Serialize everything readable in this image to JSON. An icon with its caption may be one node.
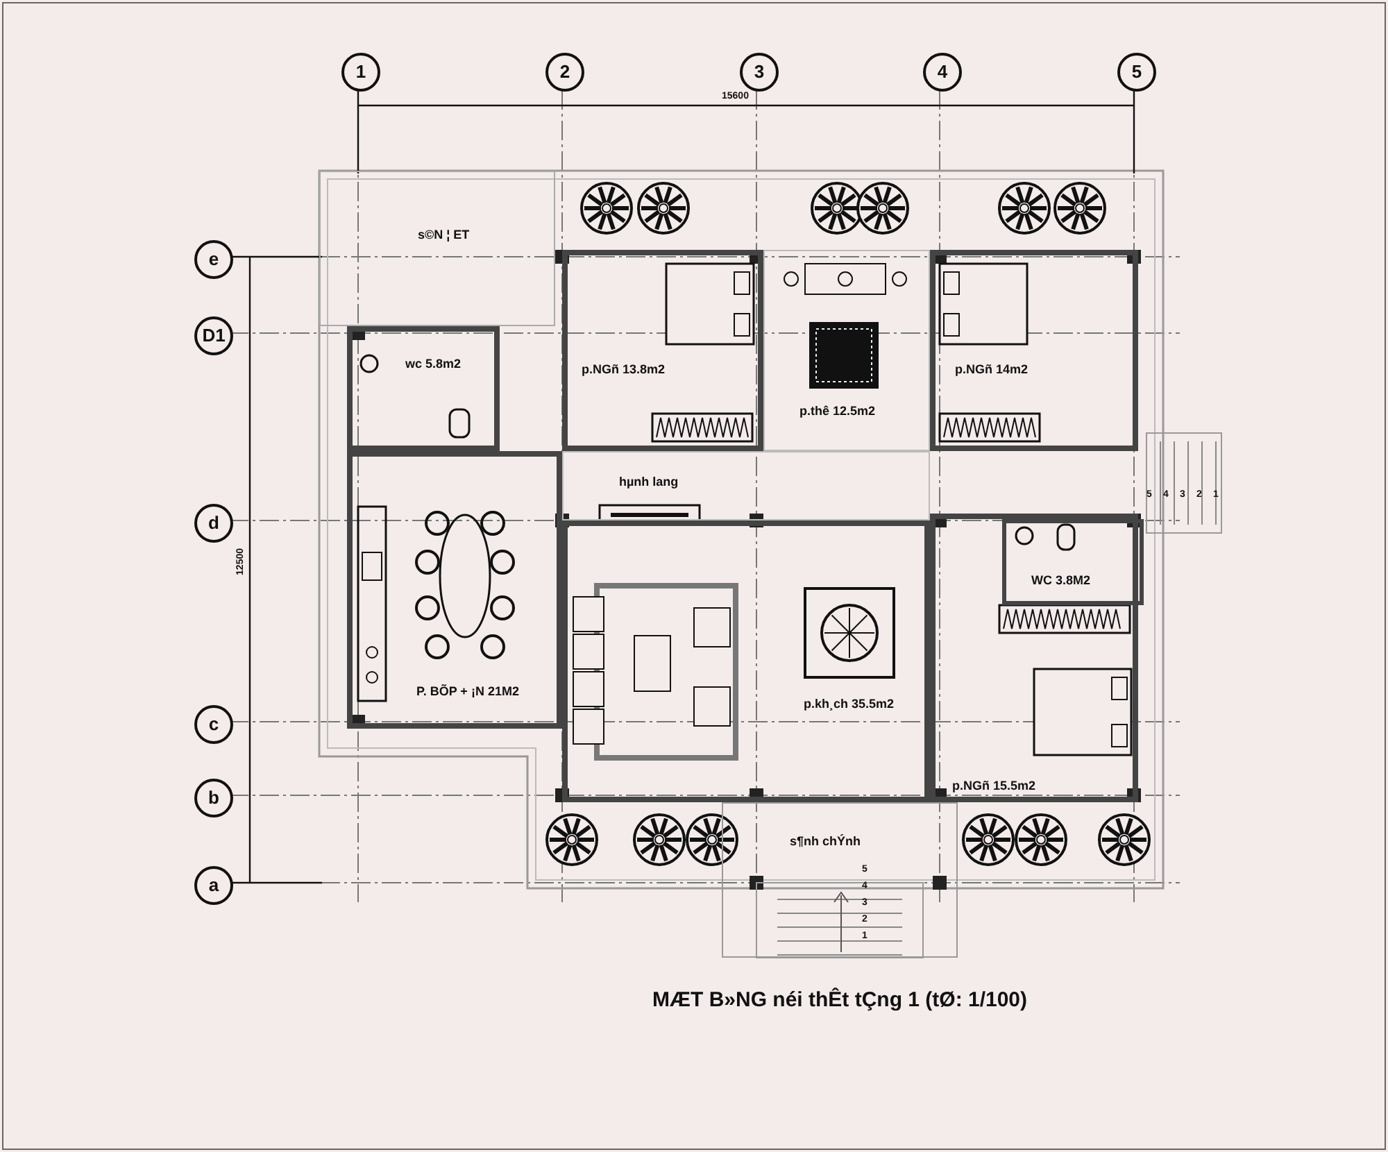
{
  "diagram": {
    "caption": "MÆT B»NG néi thÊt tÇng 1 (tØ: 1/100)",
    "nodes": [
      {
        "text": [
          "s©N ¦ ET"
        ]
      },
      {
        "text": [
          "wc 5.8m2"
        ]
      },
      {
        "text": [
          "p.NGñ 13.8m2"
        ]
      },
      {
        "text": [
          "p.thê 12.5m2"
        ]
      },
      {
        "text": [
          "p.NGñ 14m2"
        ]
      },
      {
        "text": [
          "hµnh lang"
        ]
      },
      {
        "text": [
          "P. BÕP + ¡N 21M2"
        ]
      },
      {
        "text": [
          "p.kh¸ch 35.5m2"
        ]
      },
      {
        "text": [
          "p.NGñ 15.5m2"
        ]
      },
      {
        "text": [
          "WC 3.8M2"
        ],
        "in": 8
      },
      {
        "text": [
          "s¶nh chÝnh"
        ]
      }
    ],
    "edges": [],
    "labels": [
      "1",
      "2",
      "3",
      "4",
      "5",
      "15600",
      "e",
      "D1",
      "d",
      "c",
      "b",
      "a",
      "12500",
      "5",
      "4",
      "3",
      "2",
      "1",
      "5",
      "4",
      "3",
      "2",
      "1"
    ]
  }
}
